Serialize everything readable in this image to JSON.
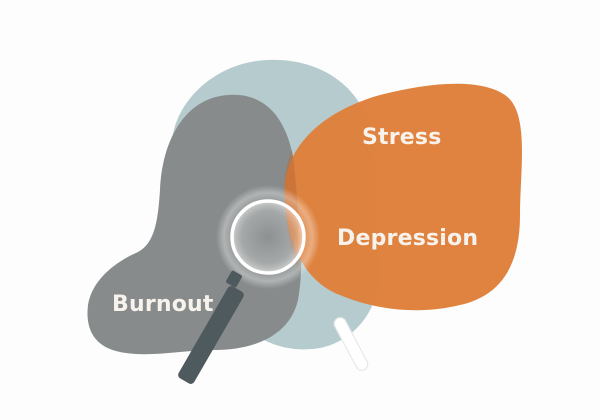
{
  "diagram": {
    "type": "overlapping-blob-venn",
    "colors": {
      "background": "#fdfdfd",
      "burnout_fill": "#878b8b",
      "context_fill": "#b6cbce",
      "stress_fill": "#df7f3a",
      "label_text": "#f7f2ec",
      "magnifier_ring": "#ffffff",
      "magnifier_handle": "#4f5a5e"
    },
    "regions": [
      {
        "id": "burnout",
        "label": "Burnout",
        "color": "#878b8b"
      },
      {
        "id": "context",
        "label": "",
        "color": "#b6cbce"
      },
      {
        "id": "stress-depression",
        "labels": [
          "Stress",
          "Depression"
        ],
        "color": "#df7f3a"
      }
    ],
    "labels": {
      "stress": "Stress",
      "depression": "Depression",
      "burnout": "Burnout"
    },
    "icons": {
      "magnifier": "magnifying-glass-icon",
      "reflection": "magnifier-reflection-icon"
    }
  }
}
